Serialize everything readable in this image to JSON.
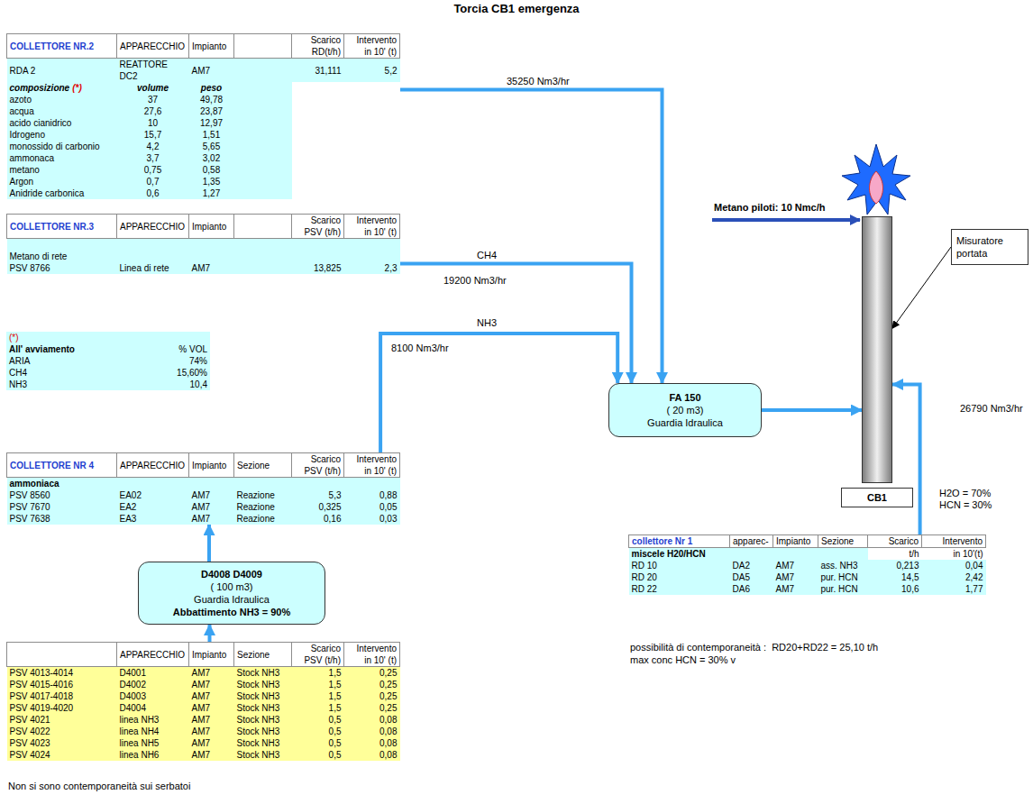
{
  "diagram": {
    "title": "Torcia CB1 emergenza",
    "nodes": [
      {
        "text": [
          "COLLETTORE NR.2",
          "APPARECCHIO",
          "Impianto",
          "Scarico RD(t/h)",
          "Intervento in 10' (t)",
          "RDA 2",
          "REATTORE DC2",
          "AM7",
          "31,111",
          "5,2",
          "composizione",
          "(*)",
          "volume",
          "peso",
          "azoto",
          "37",
          "49,78",
          "acqua",
          "27,6",
          "23,87",
          "acido cianidrico",
          "10",
          "12,97",
          "Idrogeno",
          "15,7",
          "1,51",
          "monossido di carbonio",
          "4,2",
          "5,65",
          "ammonaca",
          "3,7",
          "3,02",
          "metano",
          "0,75",
          "0,58",
          "Argon",
          "0,7",
          "1,35",
          "Anidride carbonica",
          "0,6",
          "1,27"
        ]
      },
      {
        "text": [
          "COLLETTORE NR.3",
          "APPARECCHIO",
          "Impianto",
          "Scarico PSV (t/h)",
          "Intervento in 10' (t)",
          "Metano di rete",
          "PSV 8766",
          "Linea di rete",
          "AM7",
          "13,825",
          "2,3"
        ]
      },
      {
        "text": [
          "(*)",
          "All' avviamento",
          "% VOL",
          "ARIA",
          "74%",
          "CH4",
          "15,60%",
          "NH3",
          "10,4"
        ]
      },
      {
        "text": [
          "COLLETTORE NR 4",
          "APPARECCHIO",
          "Impianto",
          "Sezione",
          "Scarico PSV (t/h)",
          "Intervento in 10' (t)",
          "ammoniaca",
          "PSV 8560",
          "EA02",
          "AM7",
          "Reazione",
          "5,3",
          "0,88",
          "PSV 7670",
          "EA2",
          "AM7",
          "Reazione",
          "0,325",
          "0,05",
          "PSV 7638",
          "EA3",
          "AM7",
          "Reazione",
          "0,16",
          "0,03"
        ]
      },
      {
        "text": [
          "D4008 D4009",
          "( 100 m3)",
          "Guardia Idraulica",
          "Abbattimento NH3 = 90%"
        ]
      },
      {
        "text": [
          "APPARECCHIO",
          "Impianto",
          "Sezione",
          "Scarico PSV (t/h)",
          "Intervento in 10' (t)",
          "PSV 4013-4014",
          "D4001",
          "AM7",
          "Stock NH3",
          "1,5",
          "0,25",
          "PSV 4015-4016",
          "D4002",
          "AM7",
          "Stock NH3",
          "1,5",
          "0,25",
          "PSV 4017-4018",
          "D4003",
          "AM7",
          "Stock NH3",
          "1,5",
          "0,25",
          "PSV 4019-4020",
          "D4004",
          "AM7",
          "Stock NH3",
          "1,5",
          "0,25",
          "PSV 4021",
          "linea NH3",
          "AM7",
          "Stock NH3",
          "0,5",
          "0,08",
          "PSV 4022",
          "linea NH4",
          "AM7",
          "Stock NH3",
          "0,5",
          "0,08",
          "PSV 4023",
          "linea NH5",
          "AM7",
          "Stock NH3",
          "0,5",
          "0,08",
          "PSV 4024",
          "linea NH6",
          "AM7",
          "Stock NH3",
          "0,5",
          "0,08"
        ]
      },
      {
        "text": [
          "FA 150",
          "( 20 m3)",
          "Guardia Idraulica"
        ]
      },
      {
        "text": [
          "CB1"
        ]
      },
      {
        "text": [
          "Misuratore portata"
        ]
      },
      {
        "text": [
          "collettore Nr 1",
          "apparec-",
          "Impianto",
          "Sezione",
          "Scarico",
          "Intervento",
          "miscele H20/HCN",
          "t/h",
          "in 10'(t)",
          "RD 10",
          "DA2",
          "AM7",
          "ass. NH3",
          "0,213",
          "0,04",
          "RD 20",
          "DA5",
          "AM7",
          "pur. HCN",
          "14,5",
          "2,42",
          "RD 22",
          "DA6",
          "AM7",
          "pur. HCN",
          "10,6",
          "1,77"
        ]
      }
    ],
    "edges": [
      {
        "from": 0,
        "to": 6,
        "arrow": "to",
        "label": "35250 Nm3/hr"
      },
      {
        "from": 1,
        "to": 6,
        "arrow": "to",
        "label": "CH4"
      },
      {
        "from": 3,
        "to": 6,
        "arrow": "to",
        "label": "NH3"
      },
      {
        "from": 5,
        "to": 4,
        "arrow": "to"
      },
      {
        "from": 4,
        "to": 3,
        "arrow": "to"
      },
      {
        "from": 6,
        "to": 7,
        "arrow": "to"
      },
      {
        "from": 9,
        "to": 7,
        "arrow": "to",
        "label": "26790 Nm3/hr"
      },
      {
        "from": 8,
        "to": 7,
        "arrow": "to"
      }
    ],
    "labels": [
      "19200 Nm3/hr",
      "8100 Nm3/hr",
      "Metano piloti: 10 Nmc/h",
      "H2O = 70%",
      "HCN = 30%",
      "possibilità di contemporaneità :  RD20+RD22 = 25,10 t/h",
      "max conc HCN = 30% v",
      "Non si sono contemporaneità sui serbatoi"
    ]
  }
}
